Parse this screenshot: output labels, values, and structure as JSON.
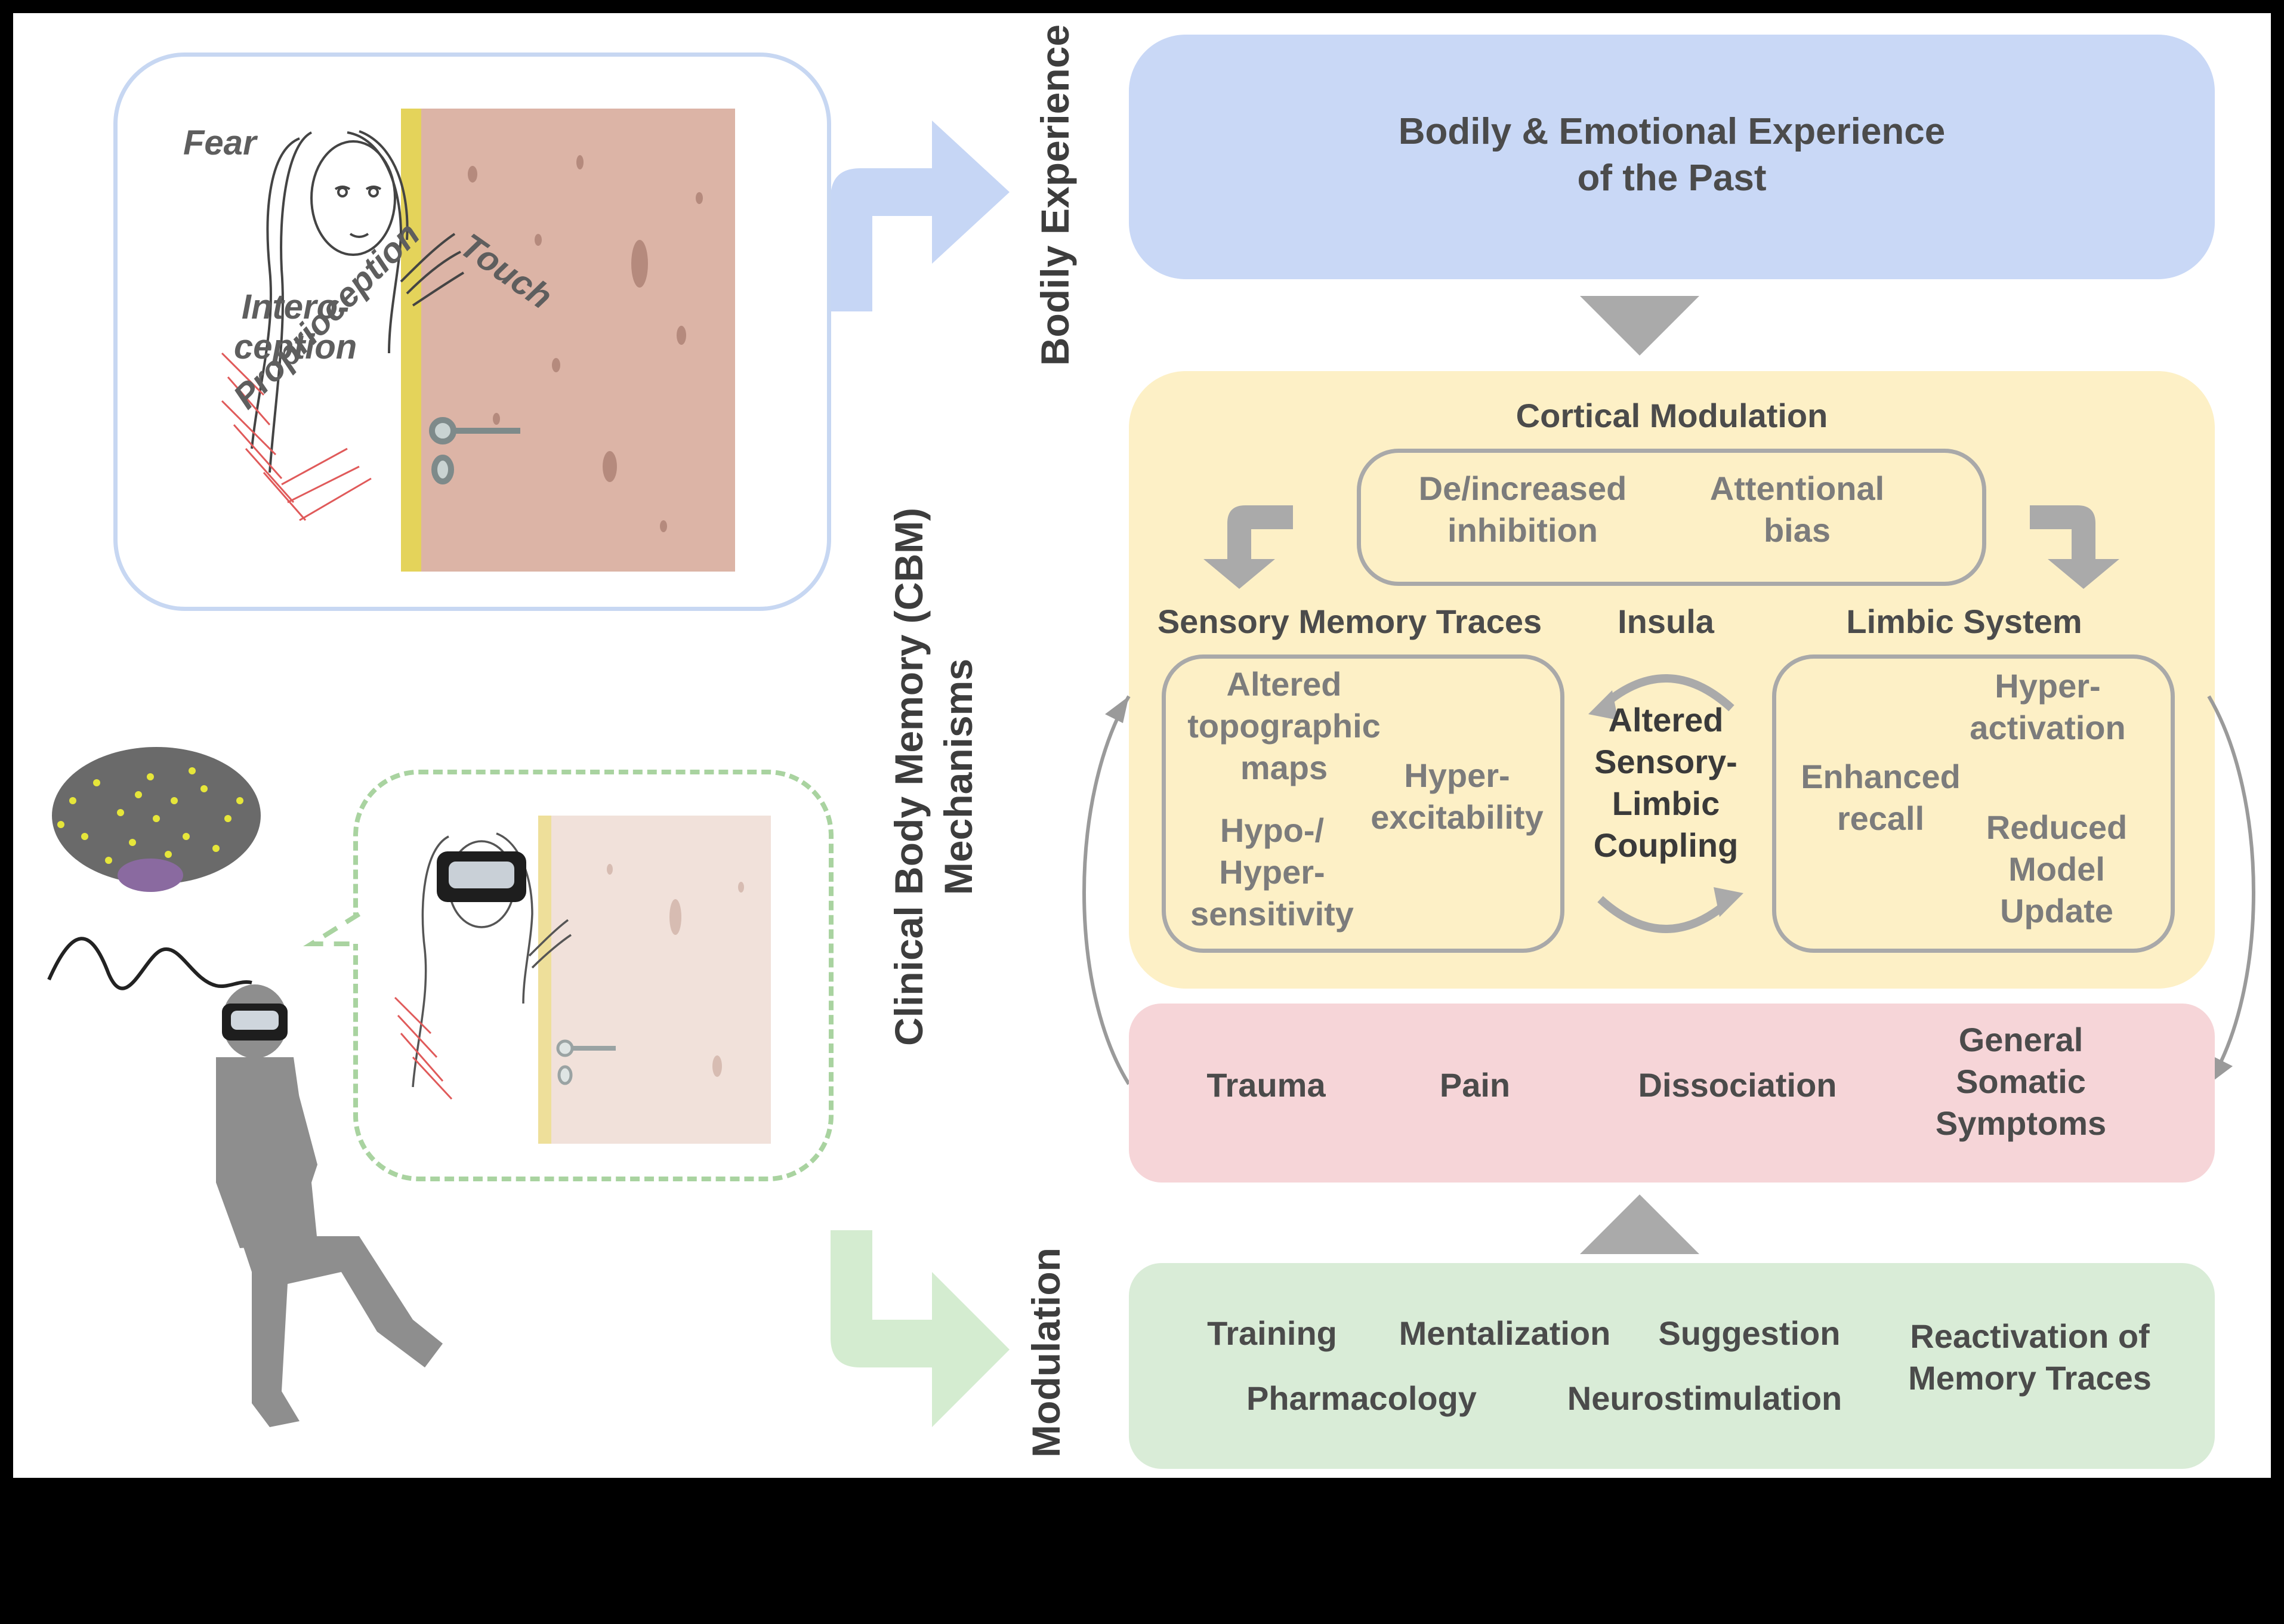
{
  "side_labels": {
    "bodily_experience": "Bodily Experience",
    "mechanisms": "Clinical Body Memory (CBM)\nMechanisms",
    "modulation": "Modulation"
  },
  "blue_box": {
    "title": "Bodily & Emotional Experience\nof the Past",
    "color": "#c9d8f6"
  },
  "yellow_box": {
    "color": "#fdf0c6",
    "title": "Cortical Modulation",
    "cortical_items": [
      "De/increased\ninhibition",
      "Attentional\nbias"
    ],
    "sensory": {
      "title": "Sensory Memory Traces",
      "items": [
        "Altered\ntopographic\nmaps",
        "Hyper-\nexcitability",
        "Hypo-/\nHyper-\nsensitivity"
      ]
    },
    "insula": {
      "title": "Insula",
      "item": "Altered\nSensory-\nLimbic\nCoupling"
    },
    "limbic": {
      "title": "Limbic System",
      "items": [
        "Hyper-\nactivation",
        "Enhanced\nrecall",
        "Reduced\nModel\nUpdate"
      ]
    }
  },
  "red_box": {
    "color": "#f6d5d8",
    "items": [
      "Trauma",
      "Pain",
      "Dissociation",
      "General\nSomatic\nSymptoms"
    ]
  },
  "green_box": {
    "color": "#d9ecd7",
    "items": [
      "Training",
      "Mentalization",
      "Suggestion",
      "Reactivation of\nMemory Traces",
      "Pharmacology",
      "Neurostimulation"
    ]
  },
  "illustration_labels": {
    "fear": "Fear",
    "touch": "Touch",
    "interoception": "Intero-\nception",
    "proprioception": "Proprioception"
  },
  "colors": {
    "blue_frame": "#c7d7f2",
    "green_dash": "#a9d3a0",
    "blue_arrow": "#c6d6f5",
    "green_arrow": "#d4ecd0",
    "door": "#dcb4a6",
    "door_frame": "#e4d35a",
    "gray_arrow": "#aaaaaa",
    "silhouette": "#8e8e8e"
  }
}
